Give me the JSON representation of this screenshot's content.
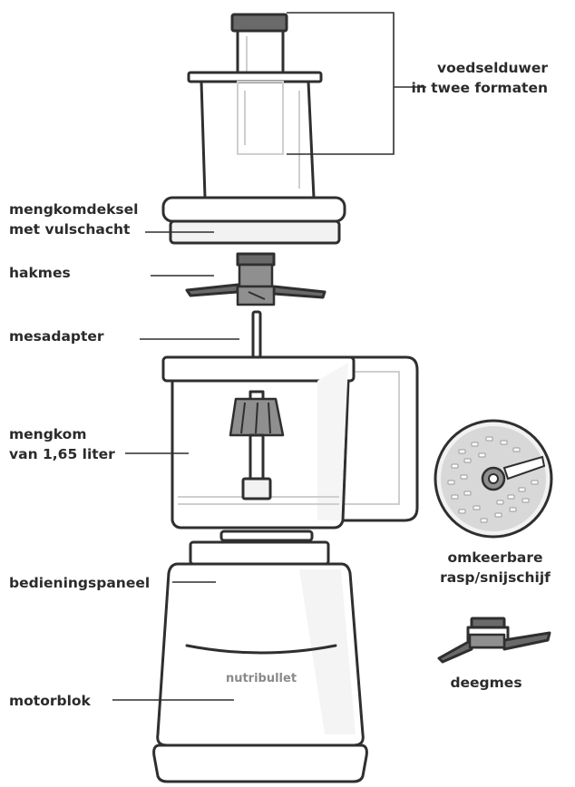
{
  "brand": "nutribullet",
  "labels": {
    "food_pusher_line1": "voedselduwer",
    "food_pusher_line2": "in twee formaten",
    "lid_line1": "mengkomdeksel",
    "lid_line2": "met vulschacht",
    "chopping_blade": "hakmes",
    "blade_adapter": "mesadapter",
    "bowl_line1": "mengkom",
    "bowl_line2": "van 1,65 liter",
    "disc_line1": "omkeerbare",
    "disc_line2": "rasp/snijschijf",
    "control_panel": "bedieningspaneel",
    "dough_blade": "deegmes",
    "motor_base": "motorblok"
  },
  "colors": {
    "outline": "#2f2f2f",
    "dark_part": "#6a6a6a",
    "light_fill": "#f2f2f2",
    "text": "#2b2b2b",
    "brand_text": "#8a8a8a"
  }
}
